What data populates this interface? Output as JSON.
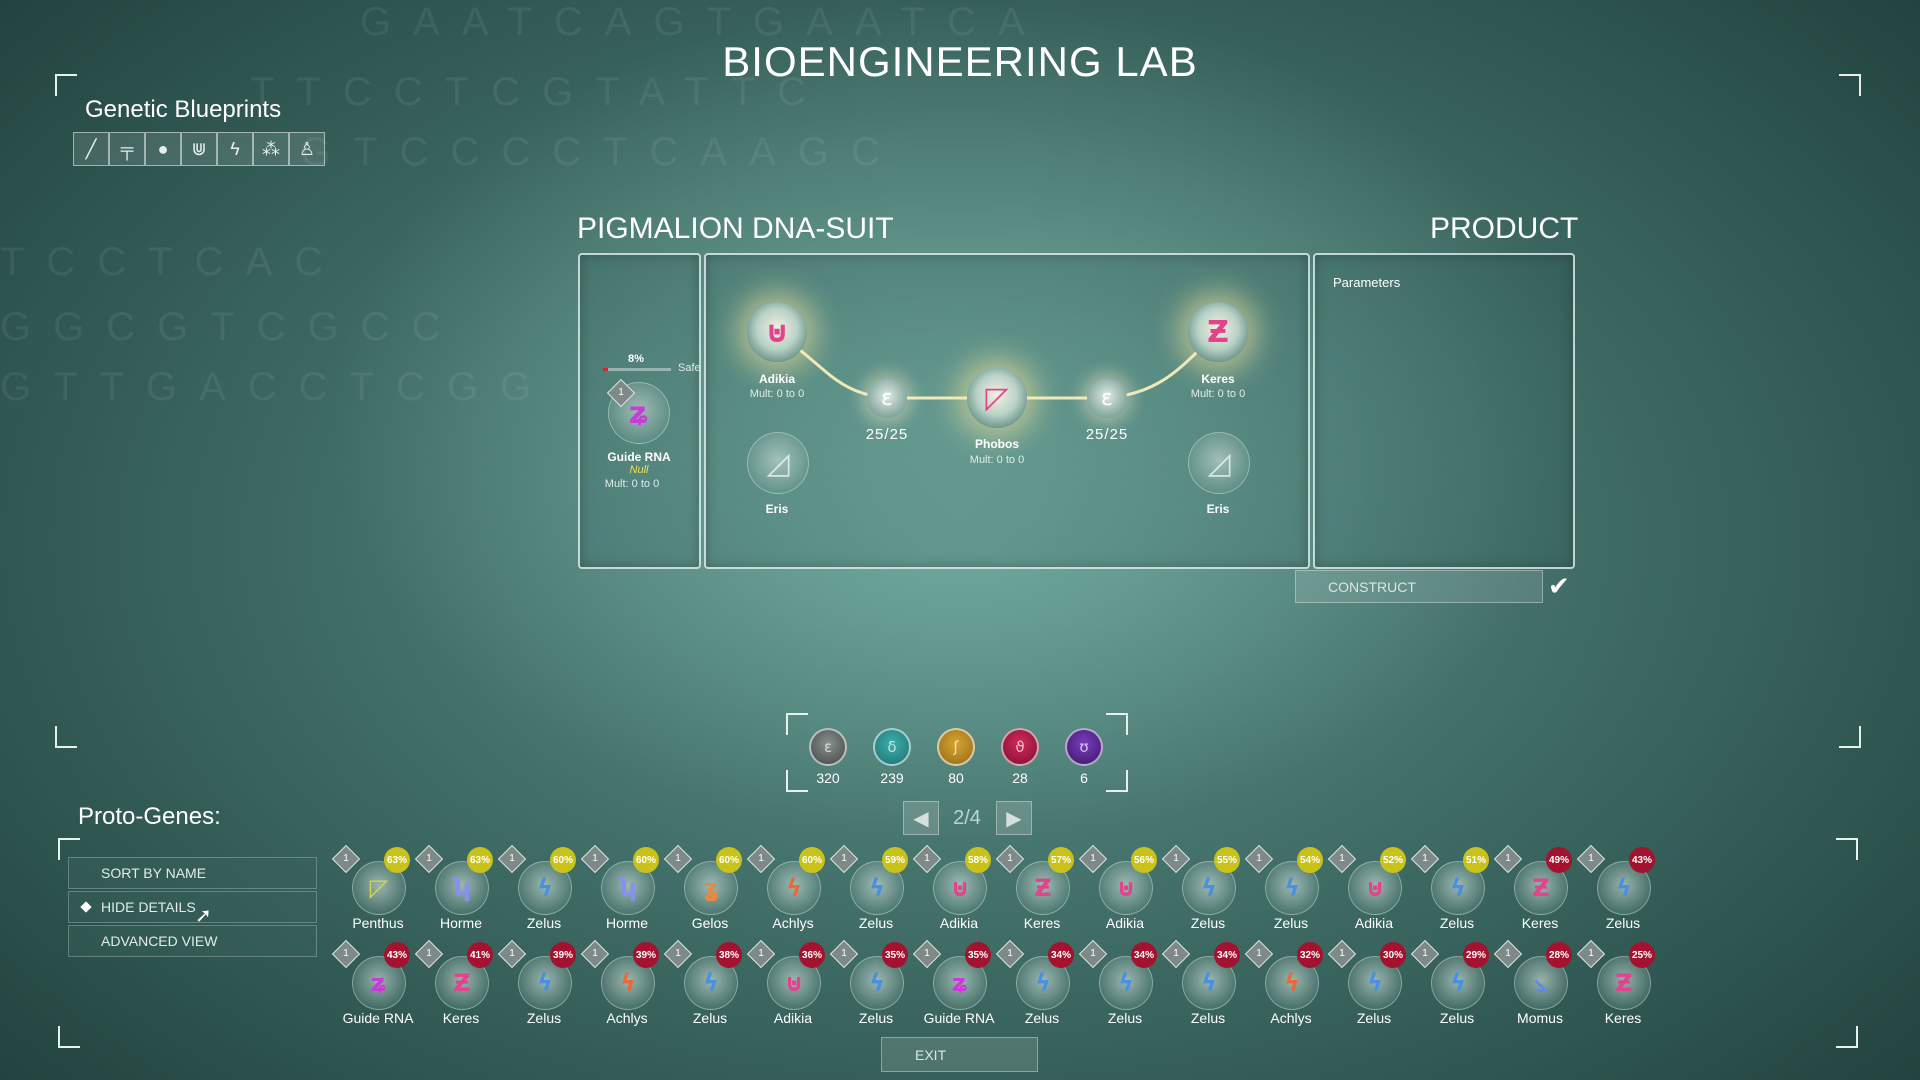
{
  "header": {
    "title": "BIOENGINEERING LAB"
  },
  "blueprints": {
    "title": "Genetic Blueprints",
    "icons": [
      {
        "name": "syringe-icon",
        "glyph": "╱"
      },
      {
        "name": "rifle-icon",
        "glyph": "╤"
      },
      {
        "name": "grenade-icon",
        "glyph": "●"
      },
      {
        "name": "claw-icon",
        "glyph": "⋓"
      },
      {
        "name": "lightning-icon",
        "glyph": "ϟ"
      },
      {
        "name": "molecule-icon",
        "glyph": "⁂"
      },
      {
        "name": "humanoid-icon",
        "glyph": "♙"
      }
    ]
  },
  "suit": {
    "title": "PIGMALION DNA-SUIT",
    "guide": {
      "percent": "8%",
      "status": "Safe",
      "level": "1",
      "name": "Guide RNA",
      "value": "Null",
      "mult": "Mult: 0 to 0",
      "glyph": "ʑ",
      "color": "#c83bd6"
    },
    "nodes": [
      {
        "name": "Adikia",
        "mult": "Mult: 0 to 0",
        "glyph": "⊍",
        "color": "#e0448c"
      },
      {
        "name": "Phobos",
        "mult": "Mult: 0 to 0",
        "glyph": "◸",
        "color": "#e0448c"
      },
      {
        "name": "Keres",
        "mult": "Mult: 0 to 0",
        "glyph": "Ƶ",
        "color": "#e0448c"
      }
    ],
    "links": [
      {
        "glyph": "ɛ",
        "count": "25/25"
      },
      {
        "glyph": "ɛ",
        "count": "25/25"
      }
    ],
    "eris": [
      {
        "name": "Eris",
        "glyph": "◿"
      },
      {
        "name": "Eris",
        "glyph": "◿"
      }
    ]
  },
  "product": {
    "title": "PRODUCT",
    "params_label": "Parameters",
    "construct_label": "CONSTRUCT"
  },
  "resources": [
    {
      "value": "320",
      "color": "#3f4644",
      "glyph": "ɛ"
    },
    {
      "value": "239",
      "color": "#1d6f72",
      "glyph": "δ"
    },
    {
      "value": "80",
      "color": "#8f6a17",
      "glyph": "ʃ"
    },
    {
      "value": "28",
      "color": "#7a1030",
      "glyph": "ϑ"
    },
    {
      "value": "6",
      "color": "#3a1560",
      "glyph": "ʊ"
    }
  ],
  "pager": {
    "text": "2/4"
  },
  "protogenes": {
    "title": "Proto-Genes:",
    "options": [
      {
        "label": "SORT BY NAME"
      },
      {
        "label": "HIDE DETAILS"
      },
      {
        "label": "ADVANCED VIEW"
      }
    ],
    "row1": [
      {
        "name": "Penthus",
        "pct": "63%",
        "lvl": "1",
        "glyph": "◸",
        "color": "#d6d64a",
        "badge": "#c8c21a"
      },
      {
        "name": "Horme",
        "pct": "63%",
        "lvl": "1",
        "glyph": "ʮ",
        "color": "#8a8ef0",
        "badge": "#c8c21a"
      },
      {
        "name": "Zelus",
        "pct": "60%",
        "lvl": "1",
        "glyph": "ϟ",
        "color": "#4a90e0",
        "badge": "#c8c21a"
      },
      {
        "name": "Horme",
        "pct": "60%",
        "lvl": "1",
        "glyph": "ʮ",
        "color": "#8a8ef0",
        "badge": "#c8c21a"
      },
      {
        "name": "Gelos",
        "pct": "60%",
        "lvl": "1",
        "glyph": "ʓ",
        "color": "#e88a3a",
        "badge": "#c8c21a"
      },
      {
        "name": "Achlys",
        "pct": "60%",
        "lvl": "1",
        "glyph": "ϟ",
        "color": "#e86a3a",
        "badge": "#c8c21a"
      },
      {
        "name": "Zelus",
        "pct": "59%",
        "lvl": "1",
        "glyph": "ϟ",
        "color": "#4a90e0",
        "badge": "#c8c21a"
      },
      {
        "name": "Adikia",
        "pct": "58%",
        "lvl": "1",
        "glyph": "⊍",
        "color": "#e0448c",
        "badge": "#c8c21a"
      },
      {
        "name": "Keres",
        "pct": "57%",
        "lvl": "1",
        "glyph": "Ƶ",
        "color": "#e0448c",
        "badge": "#c8c21a"
      },
      {
        "name": "Adikia",
        "pct": "56%",
        "lvl": "1",
        "glyph": "⊍",
        "color": "#e0448c",
        "badge": "#c8c21a"
      },
      {
        "name": "Zelus",
        "pct": "55%",
        "lvl": "1",
        "glyph": "ϟ",
        "color": "#4a90e0",
        "badge": "#c8c21a"
      },
      {
        "name": "Zelus",
        "pct": "54%",
        "lvl": "1",
        "glyph": "ϟ",
        "color": "#4a90e0",
        "badge": "#c8c21a"
      },
      {
        "name": "Adikia",
        "pct": "52%",
        "lvl": "1",
        "glyph": "⊍",
        "color": "#e0448c",
        "badge": "#c8c21a"
      },
      {
        "name": "Zelus",
        "pct": "51%",
        "lvl": "1",
        "glyph": "ϟ",
        "color": "#4a90e0",
        "badge": "#c8c21a"
      },
      {
        "name": "Keres",
        "pct": "49%",
        "lvl": "1",
        "glyph": "Ƶ",
        "color": "#e0448c",
        "badge": "#a3122e"
      },
      {
        "name": "Zelus",
        "pct": "43%",
        "lvl": "1",
        "glyph": "ϟ",
        "color": "#4a90e0",
        "badge": "#a3122e"
      }
    ],
    "row2": [
      {
        "name": "Guide RNA",
        "pct": "43%",
        "lvl": "1",
        "glyph": "ʑ",
        "color": "#c83bd6",
        "badge": "#a3122e"
      },
      {
        "name": "Keres",
        "pct": "41%",
        "lvl": "1",
        "glyph": "Ƶ",
        "color": "#e0448c",
        "badge": "#a3122e"
      },
      {
        "name": "Zelus",
        "pct": "39%",
        "lvl": "1",
        "glyph": "ϟ",
        "color": "#4a90e0",
        "badge": "#a3122e"
      },
      {
        "name": "Achlys",
        "pct": "39%",
        "lvl": "1",
        "glyph": "ϟ",
        "color": "#e86a3a",
        "badge": "#a3122e"
      },
      {
        "name": "Zelus",
        "pct": "38%",
        "lvl": "1",
        "glyph": "ϟ",
        "color": "#4a90e0",
        "badge": "#a3122e"
      },
      {
        "name": "Adikia",
        "pct": "36%",
        "lvl": "1",
        "glyph": "⊍",
        "color": "#e0448c",
        "badge": "#a3122e"
      },
      {
        "name": "Zelus",
        "pct": "35%",
        "lvl": "1",
        "glyph": "ϟ",
        "color": "#4a90e0",
        "badge": "#a3122e"
      },
      {
        "name": "Guide RNA",
        "pct": "35%",
        "lvl": "1",
        "glyph": "ʑ",
        "color": "#c83bd6",
        "badge": "#a3122e"
      },
      {
        "name": "Zelus",
        "pct": "34%",
        "lvl": "1",
        "glyph": "ϟ",
        "color": "#4a90e0",
        "badge": "#a3122e"
      },
      {
        "name": "Zelus",
        "pct": "34%",
        "lvl": "1",
        "glyph": "ϟ",
        "color": "#4a90e0",
        "badge": "#a3122e"
      },
      {
        "name": "Zelus",
        "pct": "34%",
        "lvl": "1",
        "glyph": "ϟ",
        "color": "#4a90e0",
        "badge": "#a3122e"
      },
      {
        "name": "Achlys",
        "pct": "32%",
        "lvl": "1",
        "glyph": "ϟ",
        "color": "#e86a3a",
        "badge": "#a3122e"
      },
      {
        "name": "Zelus",
        "pct": "30%",
        "lvl": "1",
        "glyph": "ϟ",
        "color": "#4a90e0",
        "badge": "#a3122e"
      },
      {
        "name": "Zelus",
        "pct": "29%",
        "lvl": "1",
        "glyph": "ϟ",
        "color": "#4a90e0",
        "badge": "#a3122e"
      },
      {
        "name": "Momus",
        "pct": "28%",
        "lvl": "1",
        "glyph": "⦣",
        "color": "#5a8ae8",
        "badge": "#a3122e"
      },
      {
        "name": "Keres",
        "pct": "25%",
        "lvl": "1",
        "glyph": "Ƶ",
        "color": "#e0448c",
        "badge": "#a3122e"
      }
    ]
  },
  "footer": {
    "exit_label": "EXIT"
  },
  "background_text": [
    "GAATCAGTGAATCA",
    "TTCCTCGTATTC",
    "GTCCCCTCAAGC",
    "TCCTCAC",
    "GGCGTCGCC",
    "GTTGACCTCGG"
  ]
}
